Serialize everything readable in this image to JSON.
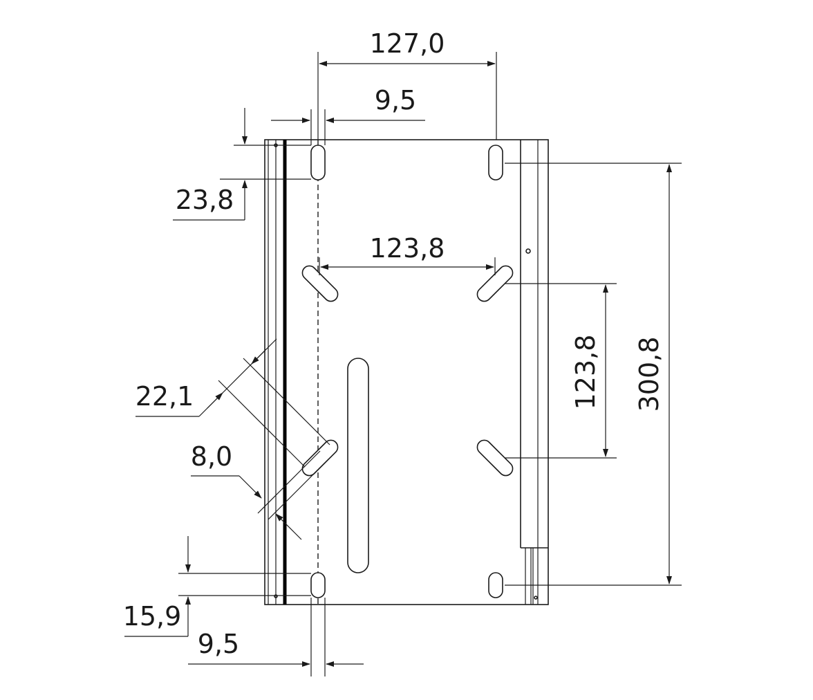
{
  "dimensions": {
    "top_width": "127,0",
    "left_slot_offset_top": "9,5",
    "top_slot_height": "23,8",
    "diagonal_slot_spacing": "123,8",
    "vertical_slot_spacing": "123,8",
    "overall_slot_spacing": "300,8",
    "slot_length": "22,1",
    "slot_width": "8,0",
    "bottom_slot_height": "15,9",
    "left_slot_offset_bottom": "9,5"
  },
  "colors": {
    "line": "#1a1a1a",
    "background": "#ffffff"
  }
}
